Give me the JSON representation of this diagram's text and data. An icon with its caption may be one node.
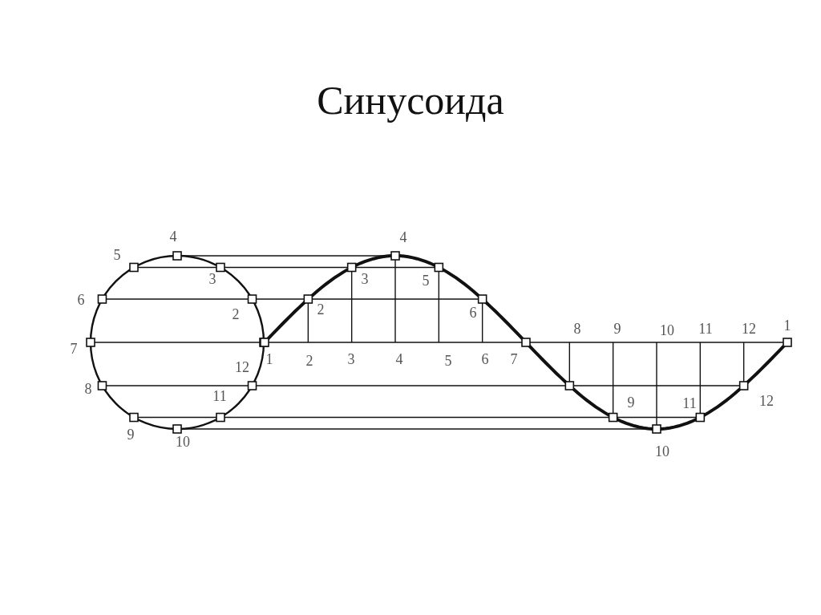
{
  "diagram": {
    "title": "Синусоида",
    "labels": [
      "4",
      "4",
      "5",
      "3",
      "3",
      "5",
      "6",
      "2",
      "2",
      "6",
      "8",
      "9",
      "10",
      "11",
      "12",
      "1",
      "7",
      "1",
      "2",
      "3",
      "4",
      "5",
      "6",
      "7",
      "12",
      "8",
      "11",
      "9",
      "11",
      "12",
      "9",
      "10",
      "10"
    ]
  }
}
